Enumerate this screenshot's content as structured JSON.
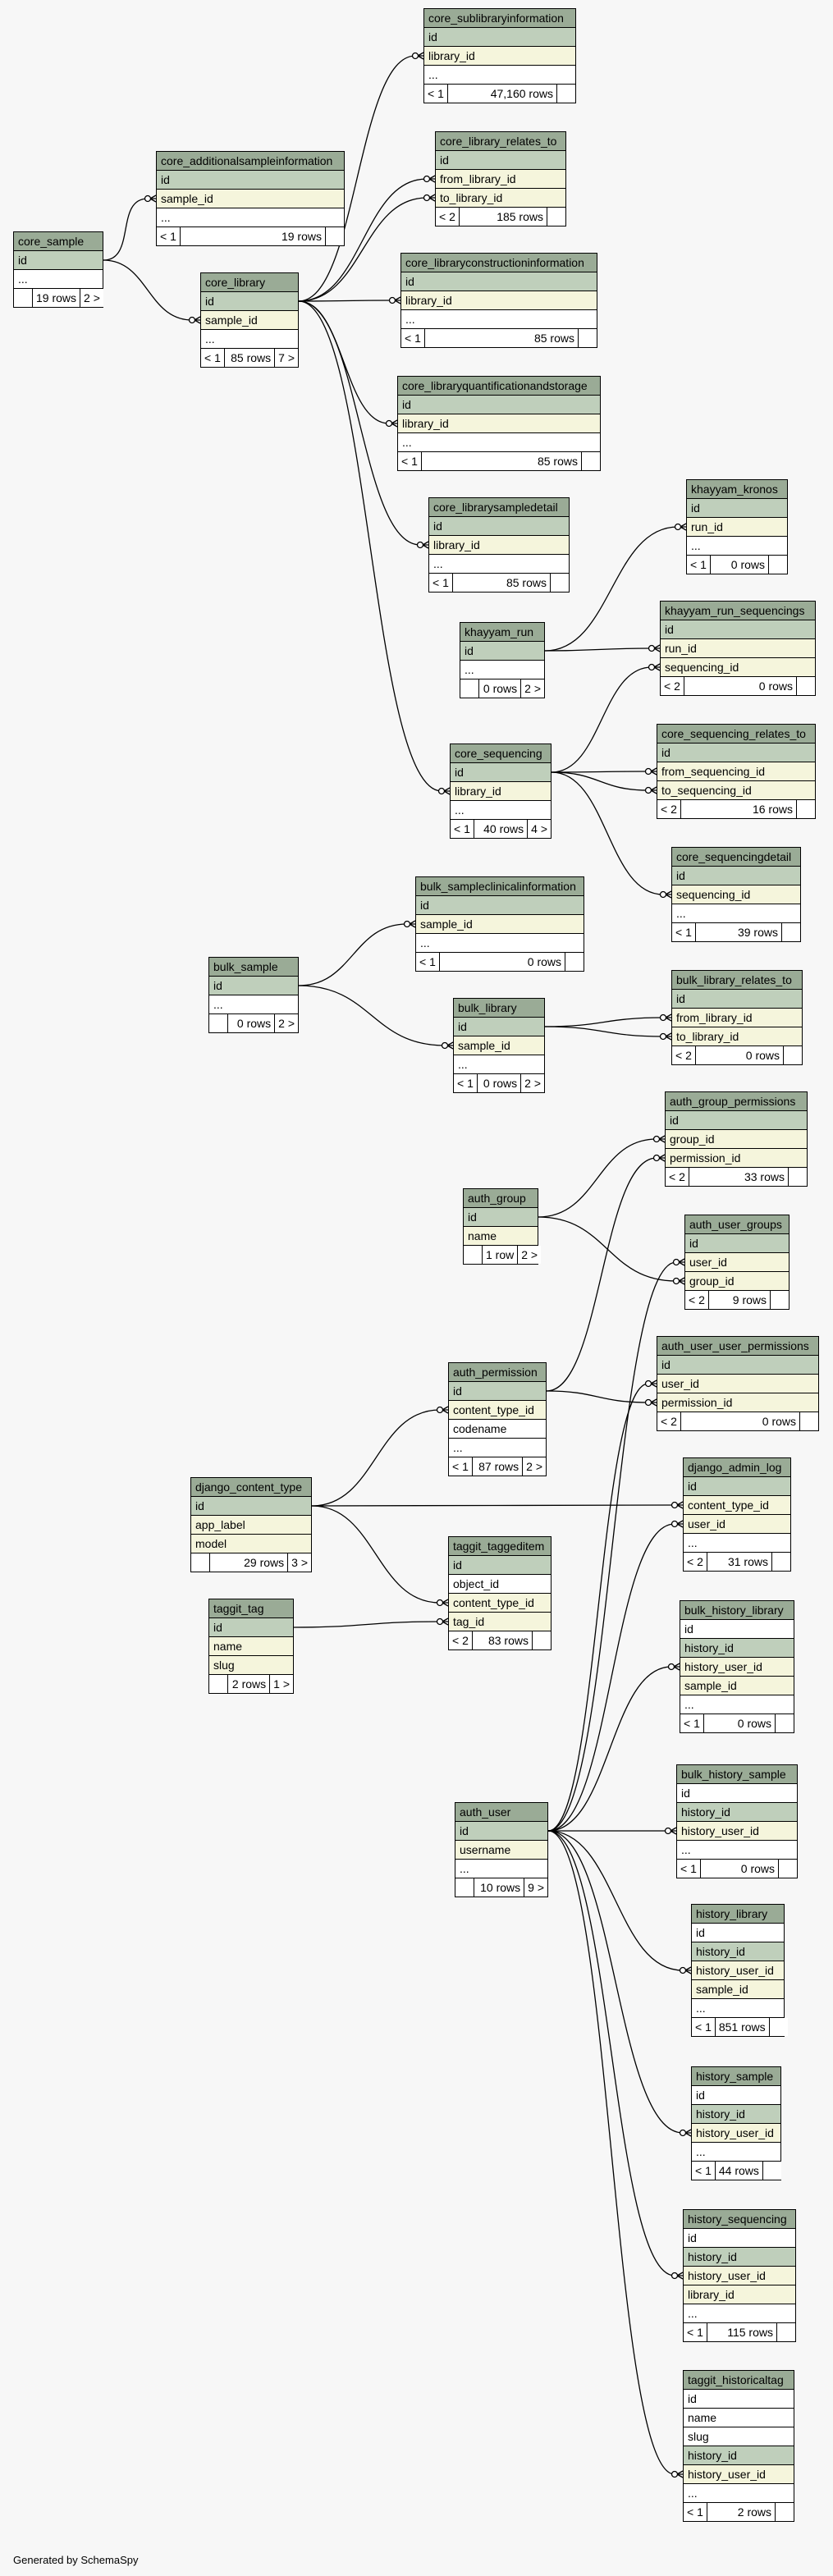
{
  "footer_text": "Generated by SchemaSpy",
  "tables": [
    {
      "id": "core_sample",
      "name": "core_sample",
      "rows": [
        {
          "t": "id",
          "k": "pk"
        },
        {
          "t": "...",
          "k": "more"
        }
      ],
      "footer": {
        "parents": "",
        "rows": "19 rows",
        "children": "2 >"
      }
    },
    {
      "id": "core_additionalsampleinformation",
      "name": "core_additionalsampleinformation",
      "rows": [
        {
          "t": "id",
          "k": "pk"
        },
        {
          "t": "sample_id",
          "k": "fk"
        },
        {
          "t": "...",
          "k": "more"
        }
      ],
      "footer": {
        "parents": "< 1",
        "rows": "19 rows",
        "children": ""
      }
    },
    {
      "id": "core_library",
      "name": "core_library",
      "rows": [
        {
          "t": "id",
          "k": "pk"
        },
        {
          "t": "sample_id",
          "k": "fk"
        },
        {
          "t": "...",
          "k": "more"
        }
      ],
      "footer": {
        "parents": "< 1",
        "rows": "85 rows",
        "children": "7 >"
      }
    },
    {
      "id": "core_sublibraryinformation",
      "name": "core_sublibraryinformation",
      "rows": [
        {
          "t": "id",
          "k": "pk"
        },
        {
          "t": "library_id",
          "k": "fk"
        },
        {
          "t": "...",
          "k": "more"
        }
      ],
      "footer": {
        "parents": "< 1",
        "rows": "47,160 rows",
        "children": ""
      }
    },
    {
      "id": "core_library_relates_to",
      "name": "core_library_relates_to",
      "rows": [
        {
          "t": "id",
          "k": "pk"
        },
        {
          "t": "from_library_id",
          "k": "fk"
        },
        {
          "t": "to_library_id",
          "k": "fk"
        }
      ],
      "footer": {
        "parents": "< 2",
        "rows": "185 rows",
        "children": ""
      }
    },
    {
      "id": "core_libraryconstructioninformation",
      "name": "core_libraryconstructioninformation",
      "rows": [
        {
          "t": "id",
          "k": "pk"
        },
        {
          "t": "library_id",
          "k": "fk"
        },
        {
          "t": "...",
          "k": "more"
        }
      ],
      "footer": {
        "parents": "< 1",
        "rows": "85 rows",
        "children": ""
      }
    },
    {
      "id": "core_libraryquantificationandstorage",
      "name": "core_libraryquantificationandstorage",
      "rows": [
        {
          "t": "id",
          "k": "pk"
        },
        {
          "t": "library_id",
          "k": "fk"
        },
        {
          "t": "...",
          "k": "more"
        }
      ],
      "footer": {
        "parents": "< 1",
        "rows": "85 rows",
        "children": ""
      }
    },
    {
      "id": "core_librarysampledetail",
      "name": "core_librarysampledetail",
      "rows": [
        {
          "t": "id",
          "k": "pk"
        },
        {
          "t": "library_id",
          "k": "fk"
        },
        {
          "t": "...",
          "k": "more"
        }
      ],
      "footer": {
        "parents": "< 1",
        "rows": "85 rows",
        "children": ""
      }
    },
    {
      "id": "khayyam_kronos",
      "name": "khayyam_kronos",
      "rows": [
        {
          "t": "id",
          "k": "pk"
        },
        {
          "t": "run_id",
          "k": "fk"
        },
        {
          "t": "...",
          "k": "more"
        }
      ],
      "footer": {
        "parents": "< 1",
        "rows": "0 rows",
        "children": ""
      }
    },
    {
      "id": "khayyam_run",
      "name": "khayyam_run",
      "rows": [
        {
          "t": "id",
          "k": "pk"
        },
        {
          "t": "...",
          "k": "more"
        }
      ],
      "footer": {
        "parents": "",
        "rows": "0 rows",
        "children": "2 >"
      }
    },
    {
      "id": "khayyam_run_sequencings",
      "name": "khayyam_run_sequencings",
      "rows": [
        {
          "t": "id",
          "k": "pk"
        },
        {
          "t": "run_id",
          "k": "fk"
        },
        {
          "t": "sequencing_id",
          "k": "fk"
        }
      ],
      "footer": {
        "parents": "< 2",
        "rows": "0 rows",
        "children": ""
      }
    },
    {
      "id": "core_sequencing",
      "name": "core_sequencing",
      "rows": [
        {
          "t": "id",
          "k": "pk"
        },
        {
          "t": "library_id",
          "k": "fk"
        },
        {
          "t": "...",
          "k": "more"
        }
      ],
      "footer": {
        "parents": "< 1",
        "rows": "40 rows",
        "children": "4 >"
      }
    },
    {
      "id": "core_sequencing_relates_to",
      "name": "core_sequencing_relates_to",
      "rows": [
        {
          "t": "id",
          "k": "pk"
        },
        {
          "t": "from_sequencing_id",
          "k": "fk"
        },
        {
          "t": "to_sequencing_id",
          "k": "fk"
        }
      ],
      "footer": {
        "parents": "< 2",
        "rows": "16 rows",
        "children": ""
      }
    },
    {
      "id": "core_sequencingdetail",
      "name": "core_sequencingdetail",
      "rows": [
        {
          "t": "id",
          "k": "pk"
        },
        {
          "t": "sequencing_id",
          "k": "fk"
        },
        {
          "t": "...",
          "k": "more"
        }
      ],
      "footer": {
        "parents": "< 1",
        "rows": "39 rows",
        "children": ""
      }
    },
    {
      "id": "bulk_sampleclinicalinformation",
      "name": "bulk_sampleclinicalinformation",
      "rows": [
        {
          "t": "id",
          "k": "pk"
        },
        {
          "t": "sample_id",
          "k": "fk"
        },
        {
          "t": "...",
          "k": "more"
        }
      ],
      "footer": {
        "parents": "< 1",
        "rows": "0 rows",
        "children": ""
      }
    },
    {
      "id": "bulk_sample",
      "name": "bulk_sample",
      "rows": [
        {
          "t": "id",
          "k": "pk"
        },
        {
          "t": "...",
          "k": "more"
        }
      ],
      "footer": {
        "parents": "",
        "rows": "0 rows",
        "children": "2 >"
      }
    },
    {
      "id": "bulk_library",
      "name": "bulk_library",
      "rows": [
        {
          "t": "id",
          "k": "pk"
        },
        {
          "t": "sample_id",
          "k": "fk"
        },
        {
          "t": "...",
          "k": "more"
        }
      ],
      "footer": {
        "parents": "< 1",
        "rows": "0 rows",
        "children": "2 >"
      }
    },
    {
      "id": "bulk_library_relates_to",
      "name": "bulk_library_relates_to",
      "rows": [
        {
          "t": "id",
          "k": "pk"
        },
        {
          "t": "from_library_id",
          "k": "fk"
        },
        {
          "t": "to_library_id",
          "k": "fk"
        }
      ],
      "footer": {
        "parents": "< 2",
        "rows": "0 rows",
        "children": ""
      }
    },
    {
      "id": "auth_group_permissions",
      "name": "auth_group_permissions",
      "rows": [
        {
          "t": "id",
          "k": "pk"
        },
        {
          "t": "group_id",
          "k": "fk"
        },
        {
          "t": "permission_id",
          "k": "fk"
        }
      ],
      "footer": {
        "parents": "< 2",
        "rows": "33 rows",
        "children": ""
      }
    },
    {
      "id": "auth_group",
      "name": "auth_group",
      "rows": [
        {
          "t": "id",
          "k": "pk"
        },
        {
          "t": "name",
          "k": "fk"
        }
      ],
      "footer": {
        "parents": "",
        "rows": "1 row",
        "children": "2 >"
      }
    },
    {
      "id": "auth_user_groups",
      "name": "auth_user_groups",
      "rows": [
        {
          "t": "id",
          "k": "pk"
        },
        {
          "t": "user_id",
          "k": "fk"
        },
        {
          "t": "group_id",
          "k": "fk"
        }
      ],
      "footer": {
        "parents": "< 2",
        "rows": "9 rows",
        "children": ""
      }
    },
    {
      "id": "auth_user_user_permissions",
      "name": "auth_user_user_permissions",
      "rows": [
        {
          "t": "id",
          "k": "pk"
        },
        {
          "t": "user_id",
          "k": "fk"
        },
        {
          "t": "permission_id",
          "k": "fk"
        }
      ],
      "footer": {
        "parents": "< 2",
        "rows": "0 rows",
        "children": ""
      }
    },
    {
      "id": "auth_permission",
      "name": "auth_permission",
      "rows": [
        {
          "t": "id",
          "k": "pk"
        },
        {
          "t": "content_type_id",
          "k": "fk"
        },
        {
          "t": "codename",
          "k": "plain"
        },
        {
          "t": "...",
          "k": "more"
        }
      ],
      "footer": {
        "parents": "< 1",
        "rows": "87 rows",
        "children": "2 >"
      }
    },
    {
      "id": "django_content_type",
      "name": "django_content_type",
      "rows": [
        {
          "t": "id",
          "k": "pk"
        },
        {
          "t": "app_label",
          "k": "fk"
        },
        {
          "t": "model",
          "k": "fk"
        }
      ],
      "footer": {
        "parents": "",
        "rows": "29 rows",
        "children": "3 >"
      }
    },
    {
      "id": "django_admin_log",
      "name": "django_admin_log",
      "rows": [
        {
          "t": "id",
          "k": "pk"
        },
        {
          "t": "content_type_id",
          "k": "fk"
        },
        {
          "t": "user_id",
          "k": "fk"
        },
        {
          "t": "...",
          "k": "more"
        }
      ],
      "footer": {
        "parents": "< 2",
        "rows": "31 rows",
        "children": ""
      }
    },
    {
      "id": "taggit_taggeditem",
      "name": "taggit_taggeditem",
      "rows": [
        {
          "t": "id",
          "k": "pk"
        },
        {
          "t": "object_id",
          "k": "plain"
        },
        {
          "t": "content_type_id",
          "k": "fk"
        },
        {
          "t": "tag_id",
          "k": "fk"
        }
      ],
      "footer": {
        "parents": "< 2",
        "rows": "83 rows",
        "children": ""
      }
    },
    {
      "id": "taggit_tag",
      "name": "taggit_tag",
      "rows": [
        {
          "t": "id",
          "k": "pk"
        },
        {
          "t": "name",
          "k": "fk"
        },
        {
          "t": "slug",
          "k": "fk"
        }
      ],
      "footer": {
        "parents": "",
        "rows": "2 rows",
        "children": "1 >"
      }
    },
    {
      "id": "bulk_history_library",
      "name": "bulk_history_library",
      "rows": [
        {
          "t": "id",
          "k": "plain"
        },
        {
          "t": "history_id",
          "k": "pk"
        },
        {
          "t": "history_user_id",
          "k": "fk"
        },
        {
          "t": "sample_id",
          "k": "fk"
        },
        {
          "t": "...",
          "k": "more"
        }
      ],
      "footer": {
        "parents": "< 1",
        "rows": "0 rows",
        "children": ""
      }
    },
    {
      "id": "bulk_history_sample",
      "name": "bulk_history_sample",
      "rows": [
        {
          "t": "id",
          "k": "plain"
        },
        {
          "t": "history_id",
          "k": "pk"
        },
        {
          "t": "history_user_id",
          "k": "fk"
        },
        {
          "t": "...",
          "k": "more"
        }
      ],
      "footer": {
        "parents": "< 1",
        "rows": "0 rows",
        "children": ""
      }
    },
    {
      "id": "auth_user",
      "name": "auth_user",
      "rows": [
        {
          "t": "id",
          "k": "pk"
        },
        {
          "t": "username",
          "k": "fk"
        },
        {
          "t": "...",
          "k": "more"
        }
      ],
      "footer": {
        "parents": "",
        "rows": "10 rows",
        "children": "9 >"
      }
    },
    {
      "id": "history_library",
      "name": "history_library",
      "rows": [
        {
          "t": "id",
          "k": "plain"
        },
        {
          "t": "history_id",
          "k": "pk"
        },
        {
          "t": "history_user_id",
          "k": "fk"
        },
        {
          "t": "sample_id",
          "k": "fk"
        },
        {
          "t": "...",
          "k": "more"
        }
      ],
      "footer": {
        "parents": "< 1",
        "rows": "851 rows",
        "children": ""
      }
    },
    {
      "id": "history_sample",
      "name": "history_sample",
      "rows": [
        {
          "t": "id",
          "k": "plain"
        },
        {
          "t": "history_id",
          "k": "pk"
        },
        {
          "t": "history_user_id",
          "k": "fk"
        },
        {
          "t": "...",
          "k": "more"
        }
      ],
      "footer": {
        "parents": "< 1",
        "rows": "44 rows",
        "children": ""
      }
    },
    {
      "id": "history_sequencing",
      "name": "history_sequencing",
      "rows": [
        {
          "t": "id",
          "k": "plain"
        },
        {
          "t": "history_id",
          "k": "pk"
        },
        {
          "t": "history_user_id",
          "k": "fk"
        },
        {
          "t": "library_id",
          "k": "fk"
        },
        {
          "t": "...",
          "k": "more"
        }
      ],
      "footer": {
        "parents": "< 1",
        "rows": "115 rows",
        "children": ""
      }
    },
    {
      "id": "taggit_historicaltag",
      "name": "taggit_historicaltag",
      "rows": [
        {
          "t": "id",
          "k": "plain"
        },
        {
          "t": "name",
          "k": "plain"
        },
        {
          "t": "slug",
          "k": "plain"
        },
        {
          "t": "history_id",
          "k": "pk"
        },
        {
          "t": "history_user_id",
          "k": "fk"
        },
        {
          "t": "...",
          "k": "more"
        }
      ],
      "footer": {
        "parents": "< 1",
        "rows": "2 rows",
        "children": ""
      }
    }
  ],
  "relationships": [
    {
      "from": "core_sample.id",
      "to": "core_additionalsampleinformation.sample_id"
    },
    {
      "from": "core_sample.id",
      "to": "core_library.sample_id"
    },
    {
      "from": "core_library.id",
      "to": "core_sublibraryinformation.library_id"
    },
    {
      "from": "core_library.id",
      "to": "core_library_relates_to.from_library_id"
    },
    {
      "from": "core_library.id",
      "to": "core_library_relates_to.to_library_id"
    },
    {
      "from": "core_library.id",
      "to": "core_libraryconstructioninformation.library_id"
    },
    {
      "from": "core_library.id",
      "to": "core_libraryquantificationandstorage.library_id"
    },
    {
      "from": "core_library.id",
      "to": "core_librarysampledetail.library_id"
    },
    {
      "from": "core_library.id",
      "to": "core_sequencing.library_id"
    },
    {
      "from": "khayyam_run.id",
      "to": "khayyam_kronos.run_id"
    },
    {
      "from": "khayyam_run.id",
      "to": "khayyam_run_sequencings.run_id"
    },
    {
      "from": "core_sequencing.id",
      "to": "khayyam_run_sequencings.sequencing_id"
    },
    {
      "from": "core_sequencing.id",
      "to": "core_sequencing_relates_to.from_sequencing_id"
    },
    {
      "from": "core_sequencing.id",
      "to": "core_sequencing_relates_to.to_sequencing_id"
    },
    {
      "from": "core_sequencing.id",
      "to": "core_sequencingdetail.sequencing_id"
    },
    {
      "from": "bulk_sample.id",
      "to": "bulk_sampleclinicalinformation.sample_id"
    },
    {
      "from": "bulk_sample.id",
      "to": "bulk_library.sample_id"
    },
    {
      "from": "bulk_library.id",
      "to": "bulk_library_relates_to.from_library_id"
    },
    {
      "from": "bulk_library.id",
      "to": "bulk_library_relates_to.to_library_id"
    },
    {
      "from": "auth_group.id",
      "to": "auth_group_permissions.group_id"
    },
    {
      "from": "auth_group.id",
      "to": "auth_user_groups.group_id"
    },
    {
      "from": "auth_permission.id",
      "to": "auth_group_permissions.permission_id"
    },
    {
      "from": "auth_permission.id",
      "to": "auth_user_user_permissions.permission_id"
    },
    {
      "from": "django_content_type.id",
      "to": "auth_permission.content_type_id"
    },
    {
      "from": "django_content_type.id",
      "to": "django_admin_log.content_type_id"
    },
    {
      "from": "django_content_type.id",
      "to": "taggit_taggeditem.content_type_id"
    },
    {
      "from": "taggit_tag.id",
      "to": "taggit_taggeditem.tag_id"
    },
    {
      "from": "auth_user.id",
      "to": "auth_user_groups.user_id"
    },
    {
      "from": "auth_user.id",
      "to": "auth_user_user_permissions.user_id"
    },
    {
      "from": "auth_user.id",
      "to": "django_admin_log.user_id"
    },
    {
      "from": "auth_user.id",
      "to": "bulk_history_library.history_user_id"
    },
    {
      "from": "auth_user.id",
      "to": "bulk_history_sample.history_user_id"
    },
    {
      "from": "auth_user.id",
      "to": "history_library.history_user_id"
    },
    {
      "from": "auth_user.id",
      "to": "history_sample.history_user_id"
    },
    {
      "from": "auth_user.id",
      "to": "history_sequencing.history_user_id"
    },
    {
      "from": "auth_user.id",
      "to": "taggit_historicaltag.history_user_id"
    }
  ]
}
